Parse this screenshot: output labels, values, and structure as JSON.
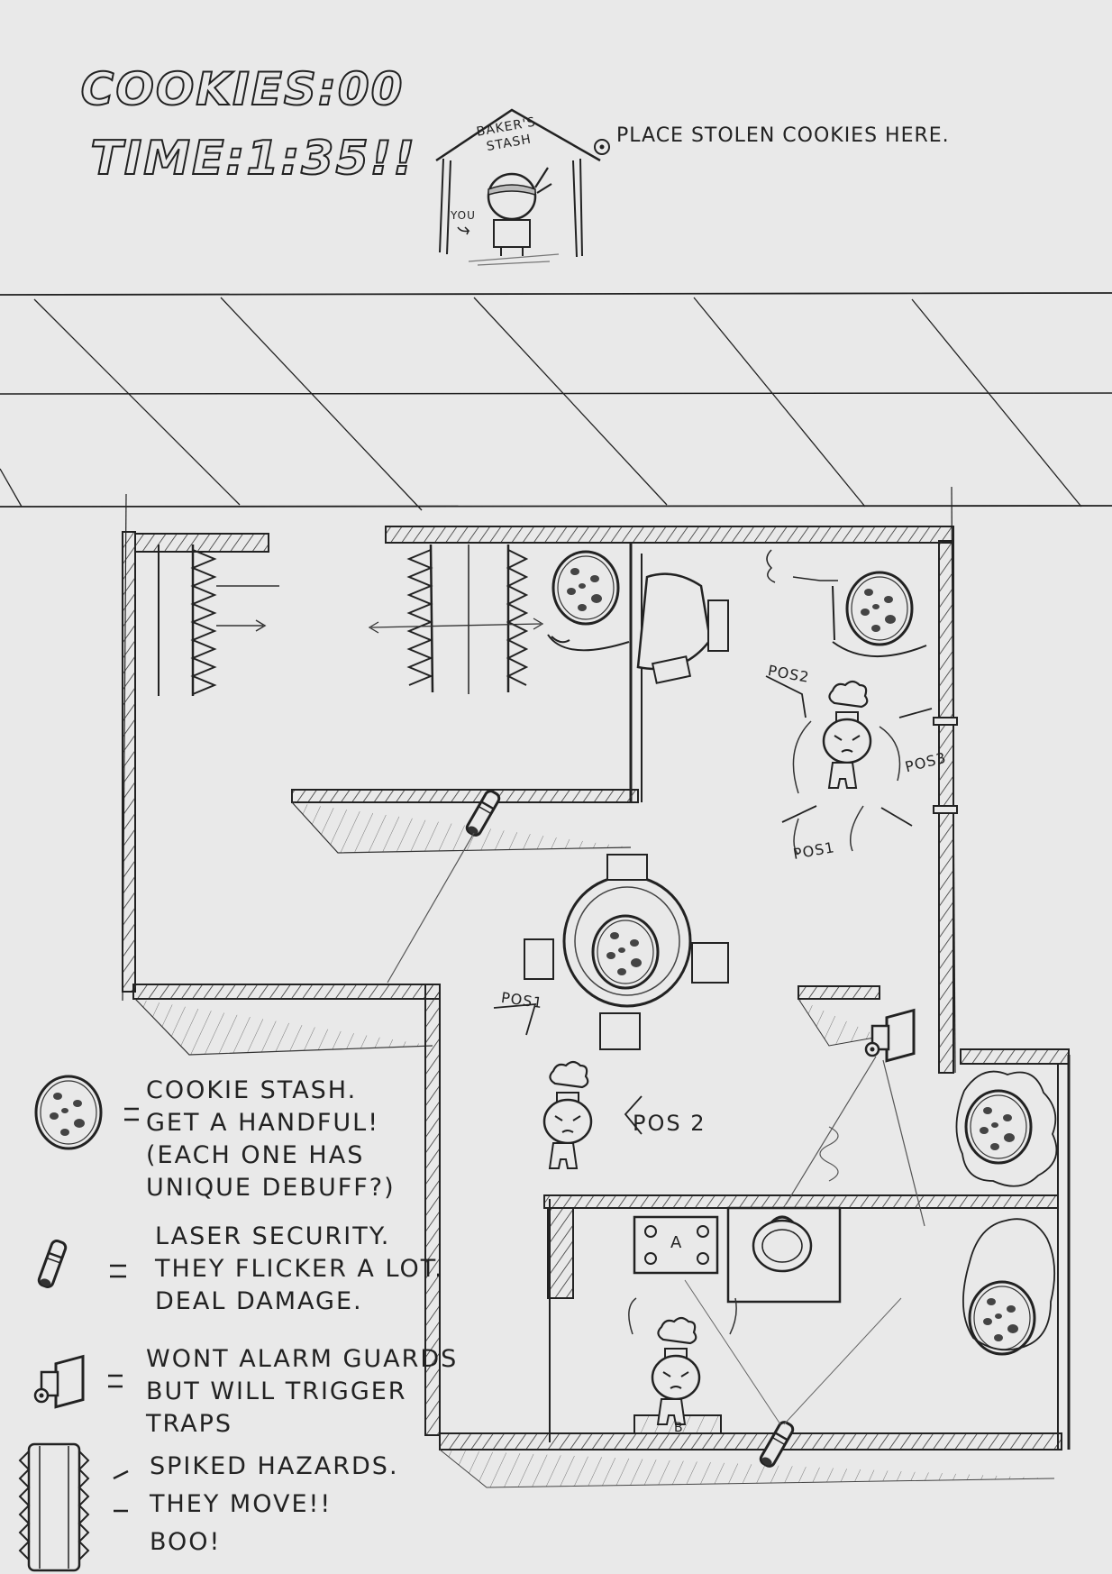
{
  "hud": {
    "cookies_label": "COOKIES:",
    "cookies_value": "00",
    "time_label": "TIME:",
    "time_value": "1:35",
    "time_suffix": "!!"
  },
  "stash": {
    "sign": "BAKER'S\nSTASH",
    "you_label": "YOU",
    "hint": "PLACE STOLEN COOKIES HERE."
  },
  "guards": {
    "guard1_positions": [
      "POS2",
      "POS3",
      "POS1"
    ],
    "guard2_positions": [
      "POS1",
      "POS 2"
    ]
  },
  "stove_labels": [
    "A",
    "B"
  ],
  "legend": {
    "cookie": "COOKIE STASH.\nGET A HANDFUL!\n(EACH ONE HAS\nUNIQUE DEBUFF?)",
    "laser": "LASER SECURITY.\nTHEY FLICKER A LOT.\nDEAL DAMAGE.",
    "camera": "WONT ALARM GUARDS\nBUT WILL TRIGGER\nTRAPS",
    "spikes": "SPIKED HAZARDS.\nTHEY MOVE!!\nBOO!"
  }
}
